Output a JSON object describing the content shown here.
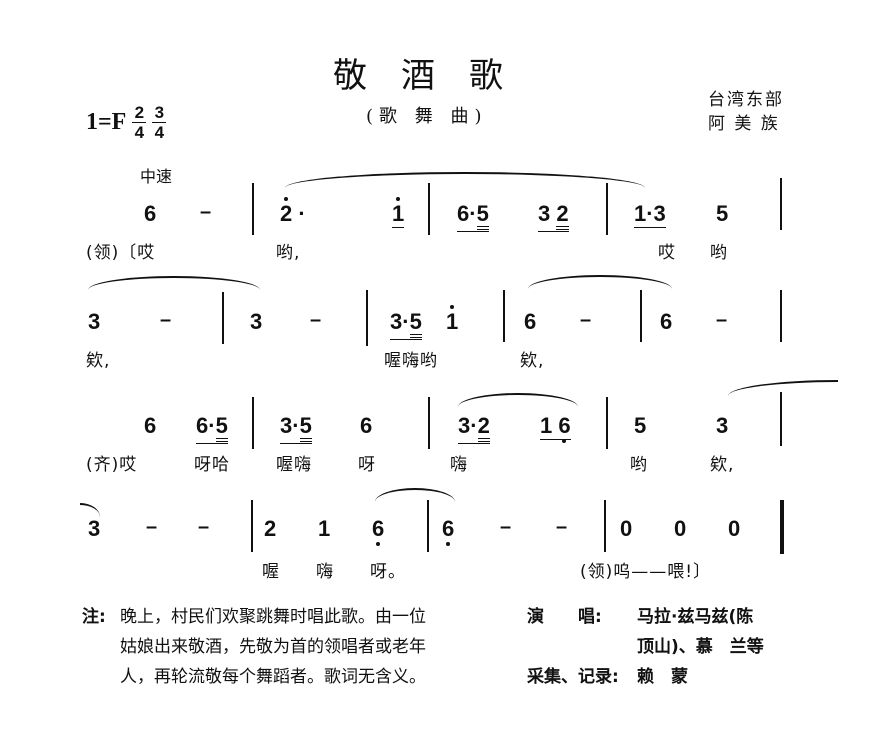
{
  "header": {
    "title": "敬酒歌",
    "subtitle": "(歌 舞 曲)",
    "origin_line1": "台湾东部",
    "origin_line2": "阿 美 族",
    "key": "1=F",
    "time_signatures": [
      {
        "num": "2",
        "den": "4"
      },
      {
        "num": "3",
        "den": "4"
      }
    ],
    "tempo": "中速"
  },
  "score": {
    "rows": [
      {
        "measures": [
          {
            "notes": [
              "6",
              "–"
            ]
          },
          {
            "notes": [
              "2̇·",
              "i̇"
            ]
          },
          {
            "notes": [
              "6·5",
              "3 2"
            ]
          },
          {
            "notes": [
              "1·3",
              "5"
            ]
          }
        ],
        "lyrics": [
          "(领)〔哎",
          "哟,",
          "哎",
          "哟"
        ]
      },
      {
        "measures": [
          {
            "notes": [
              "3",
              "–"
            ]
          },
          {
            "notes": [
              "3",
              "–"
            ]
          },
          {
            "notes": [
              "3·5",
              "i̇"
            ]
          },
          {
            "notes": [
              "6",
              "–"
            ]
          },
          {
            "notes": [
              "6",
              "–"
            ]
          }
        ],
        "lyrics": [
          "欸,",
          "喔嗨哟",
          "欸,"
        ]
      },
      {
        "measures": [
          {
            "notes": [
              "6",
              "6·5"
            ]
          },
          {
            "notes": [
              "3·5",
              "6"
            ]
          },
          {
            "notes": [
              "3·2",
              "1 6̣"
            ]
          },
          {
            "notes": [
              "5",
              "3"
            ]
          }
        ],
        "lyrics": [
          "(齐)哎",
          "呀哈",
          "喔嗨",
          "呀",
          "嗨",
          "哟",
          "欸,"
        ]
      },
      {
        "measures": [
          {
            "notes": [
              "3",
              "–",
              "–"
            ]
          },
          {
            "notes": [
              "2",
              "1",
              "6̣"
            ]
          },
          {
            "notes": [
              "6̣",
              "–",
              "–"
            ]
          },
          {
            "notes": [
              "0",
              "0",
              "0"
            ]
          }
        ],
        "lyrics": [
          "喔",
          "嗨",
          "呀。",
          "(领)呜——喂!〕"
        ]
      }
    ]
  },
  "notes_section": {
    "label": "注:",
    "lines": [
      "晚上，村民们欢聚跳舞时唱此歌。由一位",
      "姑娘出来敬酒，先敬为首的领唱者或老年",
      "人，再轮流敬每个舞蹈者。歌词无含义。"
    ]
  },
  "credits": {
    "performer_label": "演　　唱:",
    "performer_line1": "马拉·兹马兹(陈",
    "performer_line2": "顶山)、慕　兰等",
    "collector_label": "采集、记录:",
    "collector": "赖　蒙"
  }
}
